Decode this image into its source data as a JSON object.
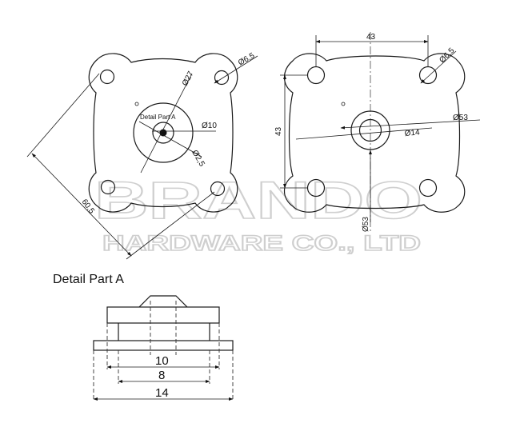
{
  "left_view": {
    "dims": {
      "hole_dia": "Ø6,5",
      "pcd": "Ø27",
      "center_hole": "Ø10",
      "pin_hole": "Ø2,5",
      "diagonal": "60,5"
    },
    "detail_callout": "Detail Part A"
  },
  "right_view": {
    "dims": {
      "width": "43",
      "height": "43",
      "hole_dia": "Ø6,5",
      "outer_dia_top": "Ø53",
      "inner_dia": "Ø14",
      "outer_dia_vertical": "Ø53"
    }
  },
  "watermark": {
    "line1": "BRANDO",
    "line2": "HARDWARE CO., LTD"
  },
  "detail": {
    "title": "Detail Part A",
    "dims": {
      "d1": "10",
      "d2": "8",
      "d3": "14"
    }
  }
}
